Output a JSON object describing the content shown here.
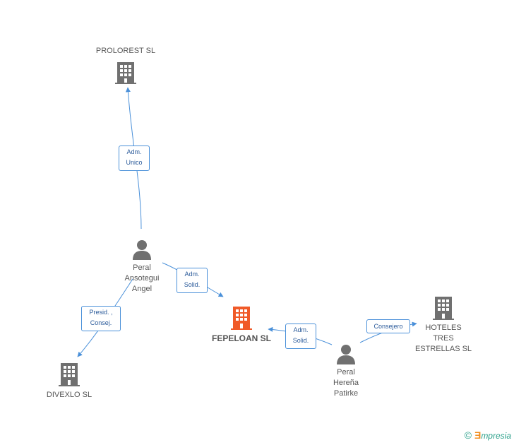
{
  "colors": {
    "company_gray": "#707070",
    "company_focus": "#f05a28",
    "person_gray": "#707070",
    "edge_blue": "#4a90d9",
    "rel_text": "#2a5a9a"
  },
  "nodes": {
    "prolorest": {
      "label": "PROLOREST  SL",
      "icon": "building-icon"
    },
    "fepeloan": {
      "label": "FEPELOAN SL",
      "icon": "building-icon"
    },
    "divexlo": {
      "label": "DIVEXLO SL",
      "icon": "building-icon"
    },
    "hoteles": {
      "line1": "HOTELES",
      "line2": "TRES",
      "line3": "ESTRELLAS SL",
      "icon": "building-icon"
    },
    "peral_angel": {
      "line1": "Peral",
      "line2": "Ansotegui",
      "line3": "Angel",
      "icon": "person-icon"
    },
    "peral_patirke": {
      "line1": "Peral",
      "line2": "Hereña",
      "line3": "Patirke",
      "icon": "person-icon"
    }
  },
  "relations": {
    "adm_unico": {
      "line1": "Adm.",
      "line2": "Unico"
    },
    "adm_solid_1": {
      "line1": "Adm.",
      "line2": "Solid."
    },
    "presid_consej": {
      "line1": "Presid. ,",
      "line2": "Consej."
    },
    "adm_solid_2": {
      "line1": "Adm.",
      "line2": "Solid."
    },
    "consejero": {
      "line1": "Consejero"
    }
  },
  "footer": {
    "copyright_symbol": "©",
    "brand_initial": "Ǝ",
    "brand_rest": "mpresia"
  }
}
